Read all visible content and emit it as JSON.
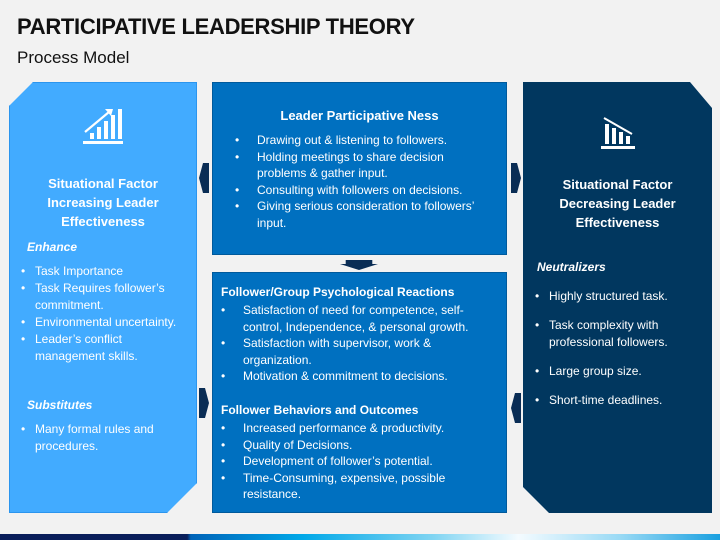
{
  "header": {
    "title": "PARTICIPATIVE LEADERSHIP THEORY",
    "subtitle": "Process Model"
  },
  "left_panel": {
    "icon": "chart-increasing-icon",
    "heading_lines": [
      "Situational Factor",
      "Increasing Leader",
      "Effectiveness"
    ],
    "section1_label": "Enhance",
    "section1_items": [
      "Task Importance",
      "Task Requires follower’s commitment.",
      "Environmental uncertainty.",
      "Leader’s conflict management skills."
    ],
    "section2_label": "Substitutes",
    "section2_items": [
      "Many formal rules and procedures."
    ]
  },
  "center_top": {
    "heading": "Leader Participative Ness",
    "items": [
      "Drawing out & listening to followers.",
      "Holding meetings to share decision problems & gather input.",
      "Consulting with followers on decisions.",
      "Giving serious consideration to followers’ input."
    ]
  },
  "center_bottom": {
    "section1_heading": "Follower/Group Psychological Reactions",
    "section1_items": [
      "Satisfaction of need for competence, self-control, Independence, & personal growth.",
      "Satisfaction with supervisor, work & organization.",
      "Motivation & commitment to decisions."
    ],
    "section2_heading": "Follower Behaviors and Outcomes",
    "section2_items": [
      "Increased performance & productivity.",
      "Quality of Decisions.",
      "Development of follower’s potential.",
      "Time-Consuming, expensive, possible resistance."
    ]
  },
  "right_panel": {
    "icon": "chart-decreasing-icon",
    "heading_lines": [
      "Situational Factor",
      "Decreasing Leader",
      "Effectiveness"
    ],
    "section_label": "Neutralizers",
    "items": [
      "Highly structured task.",
      "Task complexity with professional followers.",
      "Large group size.",
      "Short-time deadlines."
    ]
  },
  "colors": {
    "left_panel": "#42abff",
    "center_boxes": "#0070c0",
    "right_panel": "#01375f",
    "arrows": "#0a2d55",
    "background": "#f2f2f2"
  }
}
